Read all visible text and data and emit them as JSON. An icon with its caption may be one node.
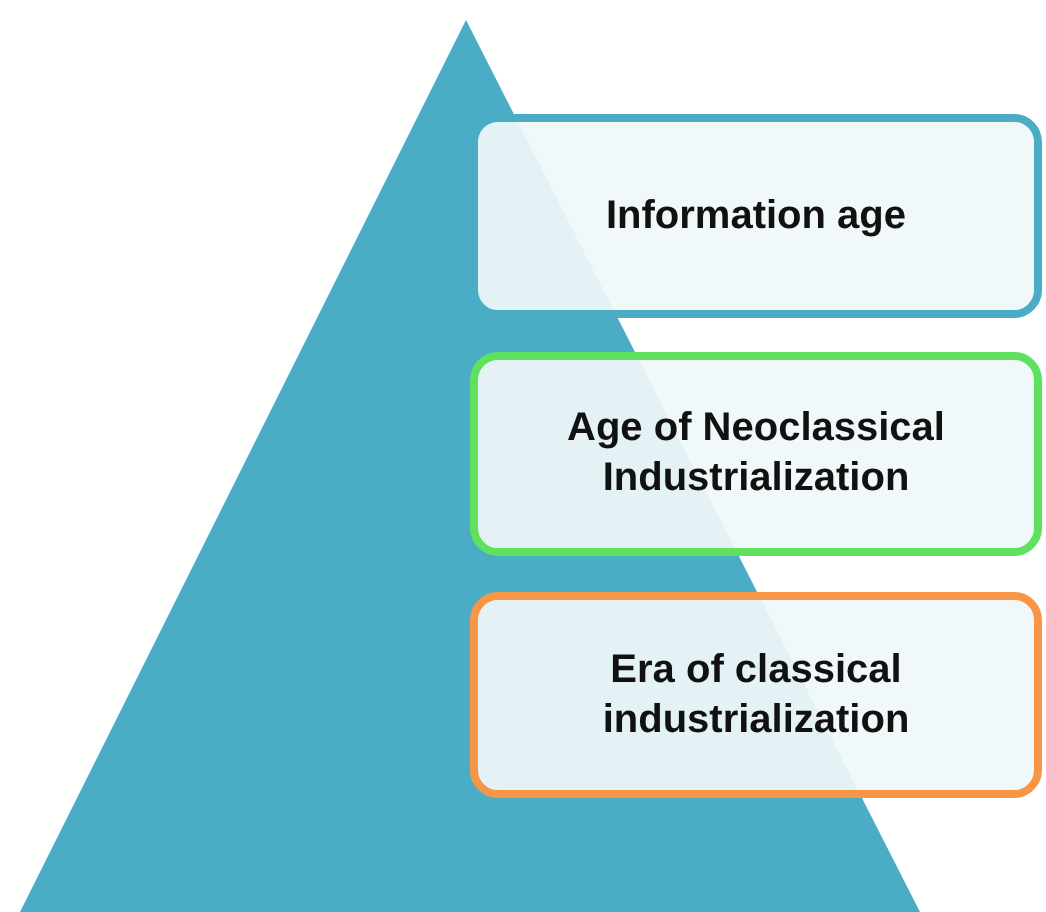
{
  "diagram": {
    "nodes": [
      {
        "text": [
          "Information age"
        ]
      },
      {
        "text": [
          "Age of Neoclassical Industrialization"
        ]
      },
      {
        "text": [
          "Era of classical industrialization"
        ]
      }
    ]
  }
}
